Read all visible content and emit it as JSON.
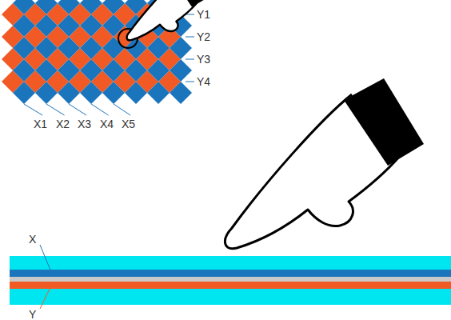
{
  "diagram": {
    "labels": [
      "Y1",
      "Y2",
      "Y3",
      "Y4",
      "X1",
      "X2",
      "X3",
      "X4",
      "X5",
      "X",
      "Y"
    ]
  }
}
